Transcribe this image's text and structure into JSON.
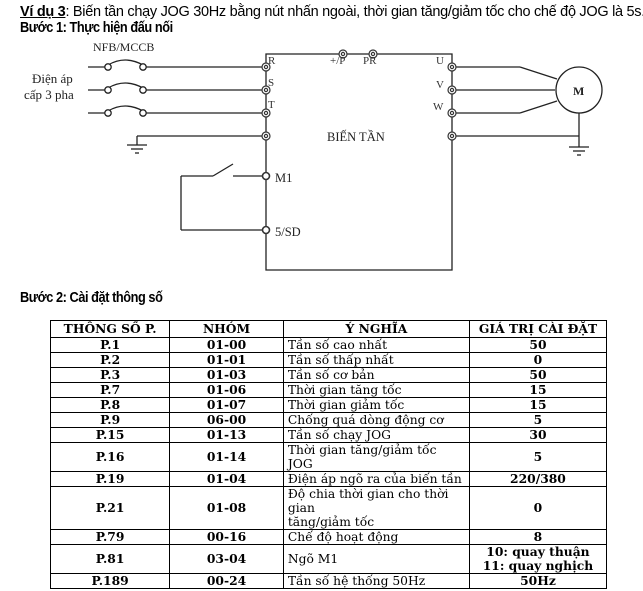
{
  "heading": {
    "example_label": "Ví dụ 3",
    "example_text": ": Biến tần chạy JOG 30Hz bằng nút nhấn ngoài, thời gian tăng/giảm tốc cho chế độ JOG là 5s."
  },
  "step1": {
    "title": "Bước 1: Thực hiện đấu nối"
  },
  "diagram": {
    "breaker_label": "NFB/MCCB",
    "supply_label_line1": "Điện áp",
    "supply_label_line2": "cấp 3 pha",
    "inverter_label": "BIẾN TẦN",
    "motor_label": "M",
    "terminals": {
      "r": "R",
      "s": "S",
      "t": "T",
      "p": "+/P",
      "pr": "PR",
      "u": "U",
      "v": "V",
      "w": "W",
      "m1": "M1",
      "sd": "5/SD"
    }
  },
  "step2": {
    "title": "Bước 2: Cài đặt thông số"
  },
  "table": {
    "headers": [
      "THÔNG SỐ P.",
      "NHÓM",
      "Ý NGHĨA",
      "GIÁ TRỊ CÀI ĐẶT"
    ],
    "rows": [
      {
        "param": "P.1",
        "group": "01-00",
        "meaning": "Tần số cao nhất",
        "value": "50"
      },
      {
        "param": "P.2",
        "group": "01-01",
        "meaning": "Tần số thấp nhất",
        "value": "0"
      },
      {
        "param": "P.3",
        "group": "01-03",
        "meaning": "Tần số cơ bản",
        "value": "50"
      },
      {
        "param": "P.7",
        "group": "01-06",
        "meaning": "Thời gian tăng tốc",
        "value": "15"
      },
      {
        "param": "P.8",
        "group": "01-07",
        "meaning": "Thời gian giảm tốc",
        "value": "15"
      },
      {
        "param": "P.9",
        "group": "06-00",
        "meaning": "Chống quá dòng động cơ",
        "value": "5"
      },
      {
        "param": "P.15",
        "group": "01-13",
        "meaning": "Tần số chạy JOG",
        "value": "30"
      },
      {
        "param": "P.16",
        "group": "01-14",
        "meaning": "Thời gian tăng/giảm tốc JOG",
        "value": "5"
      },
      {
        "param": "P.19",
        "group": "01-04",
        "meaning": "Điện áp ngõ ra của biến tần",
        "value": "220/380"
      },
      {
        "param": "P.21",
        "group": "01-08",
        "meaning": "Độ chia thời gian cho thời gian\ntăng/giảm tốc",
        "value": "0"
      },
      {
        "param": "P.79",
        "group": "00-16",
        "meaning": "Chế độ hoạt động",
        "value": "8"
      },
      {
        "param": "P.81",
        "group": "03-04",
        "meaning": "Ngõ M1",
        "value": "10: quay thuận\n11: quay nghịch"
      },
      {
        "param": "P.189",
        "group": "00-24",
        "meaning": "Tần số hệ thống 50Hz",
        "value": "50Hz"
      }
    ]
  }
}
